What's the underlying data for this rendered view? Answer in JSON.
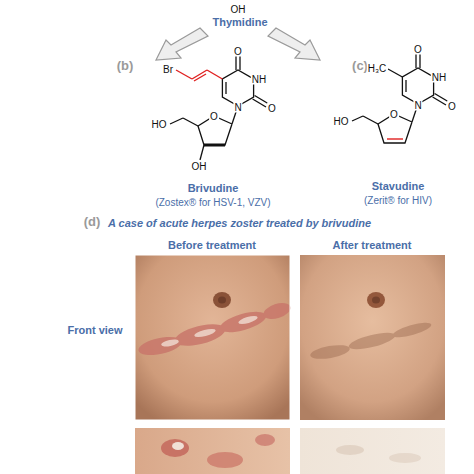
{
  "diagram": {
    "labels": [
      "OH",
      "Thymidine",
      "(b)",
      "Br",
      "O",
      "NH",
      "O",
      "N",
      "O",
      "HO",
      "OH",
      "Brivudine",
      "(Zostex® for HSV-1, VZV)",
      "(c)",
      "H₃C",
      "O",
      "NH",
      "O",
      "N",
      "HO",
      "O",
      "Stavudine",
      "(Zerit® for HIV)",
      "(d)",
      "A case of acute herpes zoster treated by brivudine",
      "Before treatment",
      "After treatment",
      "Front view"
    ]
  }
}
